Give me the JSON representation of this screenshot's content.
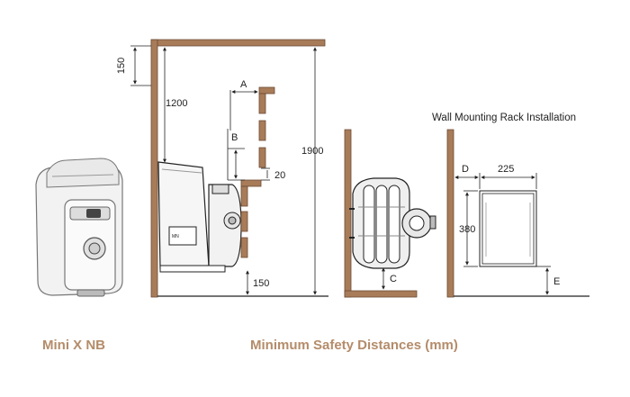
{
  "labels": {
    "model": "Mini X NB",
    "title": "Minimum Safety Distances (mm)",
    "wall_rack_title": "Wall Mounting Rack Installation",
    "dim_150_top": "150",
    "dim_1200": "1200",
    "dim_1900": "1900",
    "dim_a": "A",
    "dim_b": "B",
    "dim_20": "20",
    "dim_150_bottom": "150",
    "dim_c": "C",
    "dim_d": "D",
    "dim_225": "225",
    "dim_380": "380",
    "dim_e": "E",
    "heater_badge": "MN"
  },
  "colors": {
    "wall": "#a87c59",
    "wall_dark": "#6b4a32",
    "caption": "#b48c6a",
    "line": "#222222"
  }
}
